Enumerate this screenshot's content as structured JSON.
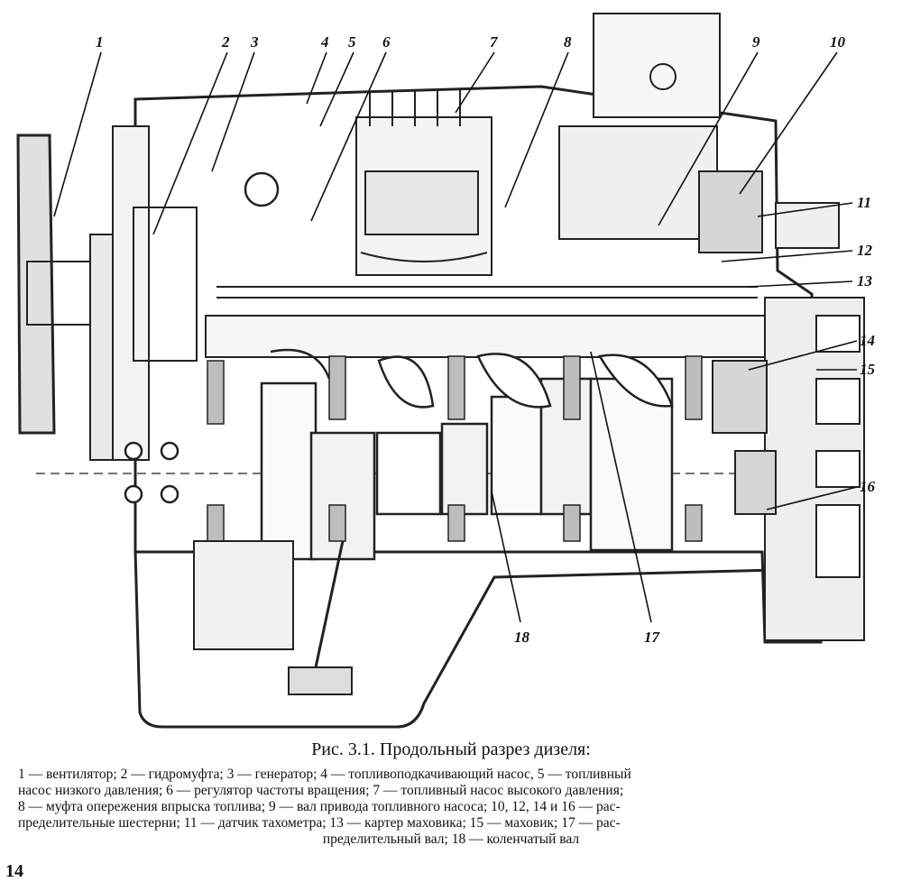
{
  "figure": {
    "callouts": [
      "1",
      "2",
      "3",
      "4",
      "5",
      "6",
      "7",
      "8",
      "9",
      "10",
      "11",
      "12",
      "13",
      "14",
      "15",
      "16",
      "17",
      "18"
    ]
  },
  "caption": {
    "title": "Рис. 3.1. Продольный разрез дизеля:",
    "lines": [
      "1 — вентилятор; 2 — гидромуфта; 3 — генератор; 4 — топливоподкачивающий насос, 5 — топливный",
      "насос низкого давления; 6 — регулятор частоты вращения; 7 — топливный насос высокого давления;",
      "8 — муфта опережения впрыска топлива; 9 — вал привода топливного насоса; 10, 12, 14 и 16 — рас-",
      "пределительные шестерни; 11 — датчик тахометра; 13 — картер маховика; 15 — маховик; 17 — рас-",
      "пределительный вал; 18 — коленчатый вал"
    ]
  },
  "page_number": "14"
}
